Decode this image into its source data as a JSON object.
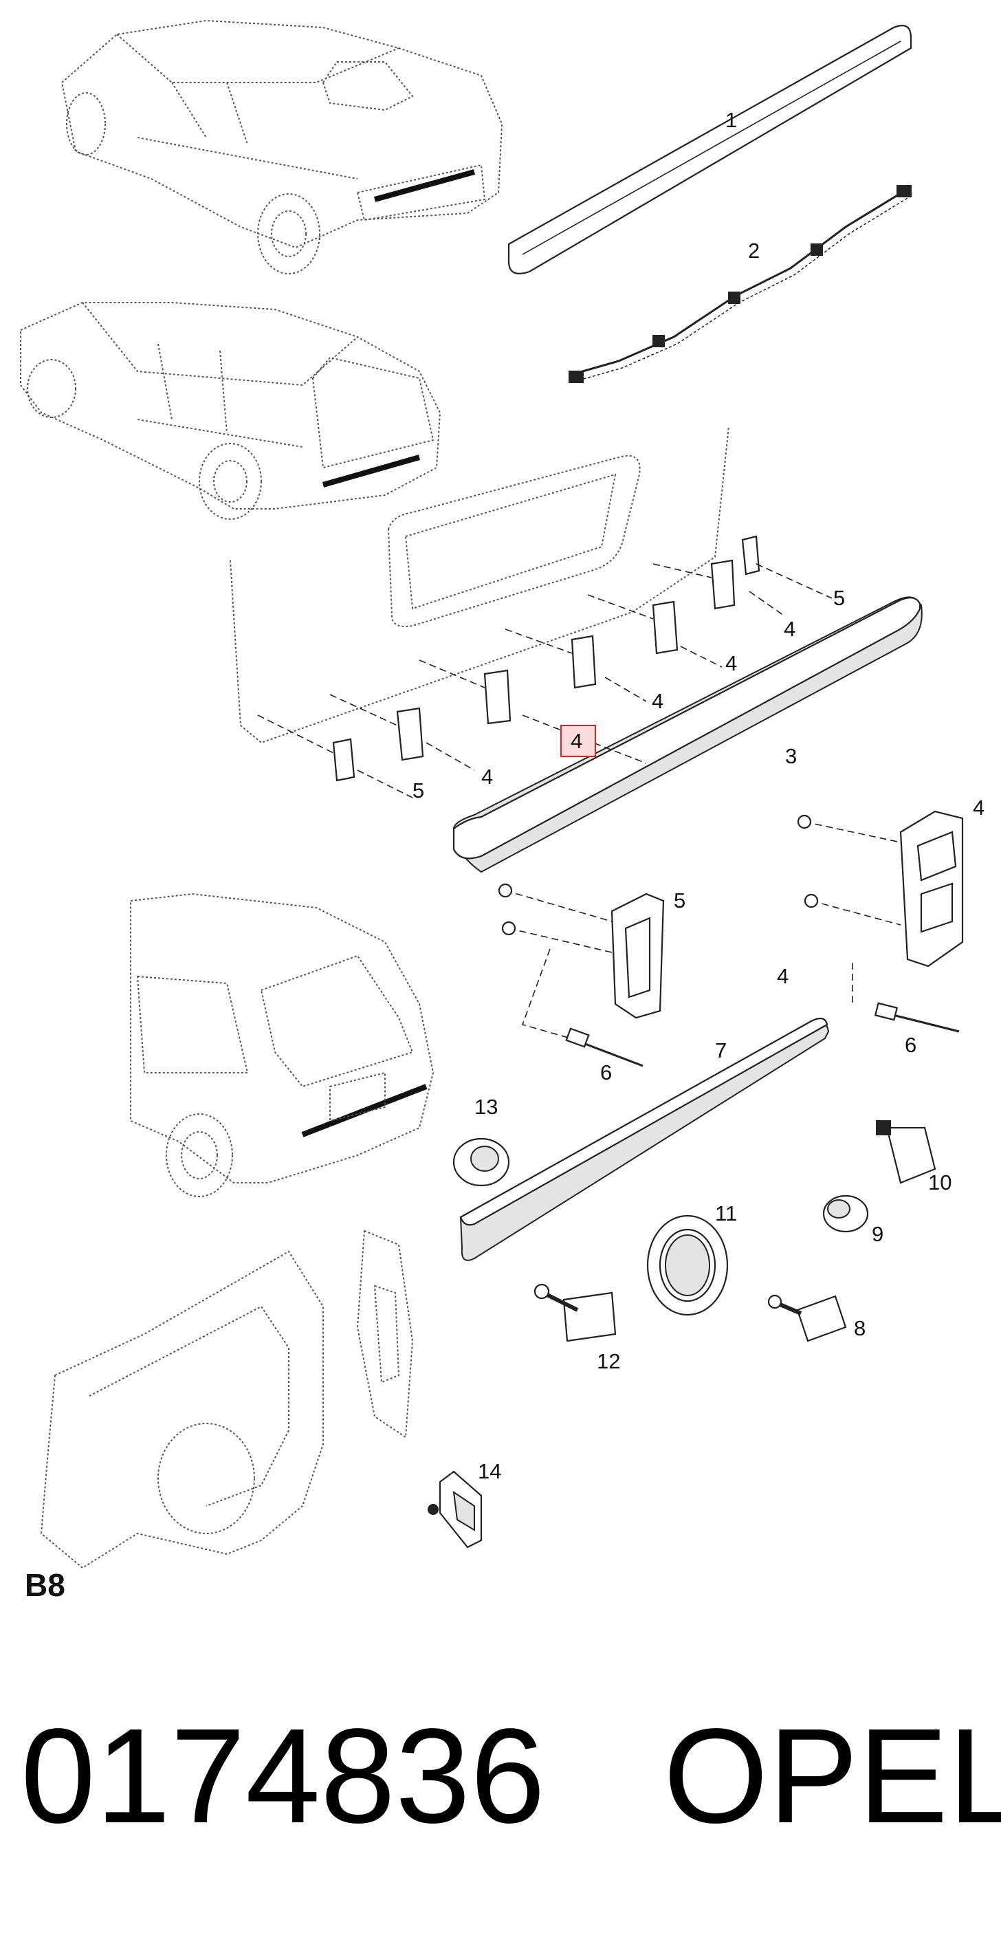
{
  "section_code": "B8",
  "part_number": "0174836",
  "brand": "OPEL",
  "highlighted_callout": "4",
  "callouts": {
    "c1": "1",
    "c2": "2",
    "c3": "3",
    "c4a": "4",
    "c4b": "4",
    "c4c": "4",
    "c4d": "4",
    "c4e": "4",
    "c4f": "4",
    "c4g": "4",
    "c5a": "5",
    "c5b": "5",
    "c5c": "5",
    "c6a": "6",
    "c6b": "6",
    "c7": "7",
    "c8": "8",
    "c9": "9",
    "c10": "10",
    "c11": "11",
    "c12": "12",
    "c13": "13",
    "c14": "14"
  },
  "colors": {
    "highlight_fill": "#fbdcdc",
    "highlight_stroke": "#dd2222"
  }
}
